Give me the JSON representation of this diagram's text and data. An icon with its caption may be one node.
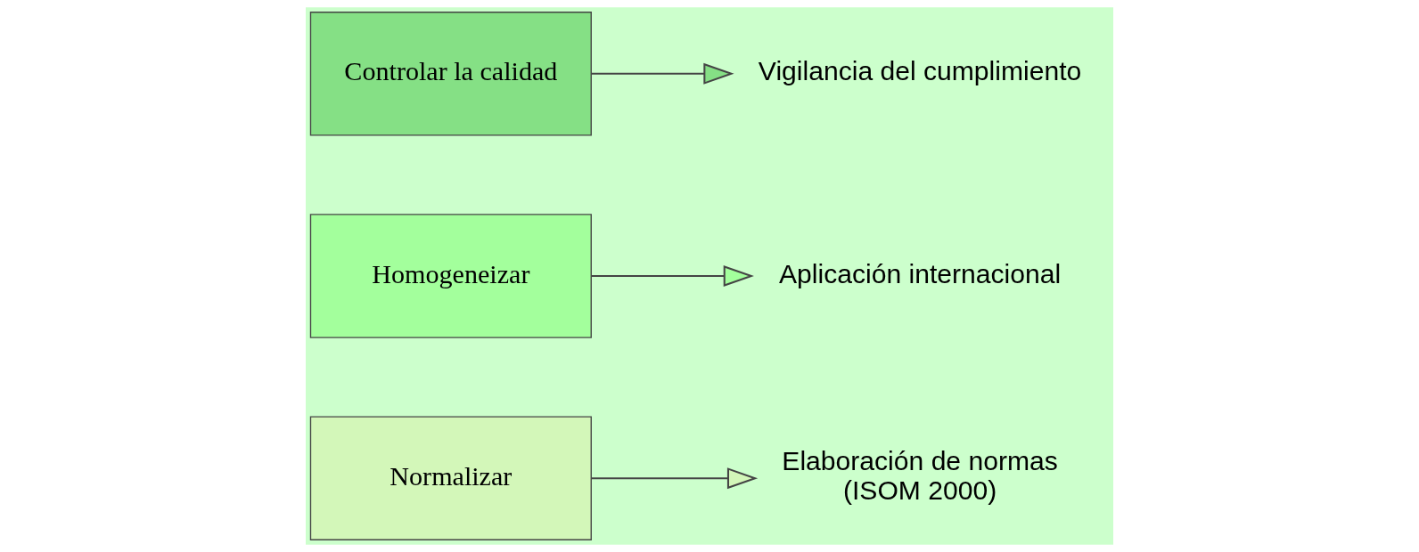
{
  "diagram": {
    "nodes": [
      {
        "text": [
          "Normalizar"
        ]
      },
      {
        "text": [
          "Elaboración de normas",
          "(ISOM 2000)"
        ]
      },
      {
        "text": [
          "Homogeneizar"
        ]
      },
      {
        "text": [
          "Aplicación internacional"
        ]
      },
      {
        "text": [
          "Controlar la calidad"
        ]
      },
      {
        "text": [
          "Vigilancia del cumplimiento"
        ]
      }
    ],
    "edges": [
      {
        "from": 0,
        "to": 1,
        "arrow": "to"
      },
      {
        "from": 2,
        "to": 3,
        "arrow": "to"
      },
      {
        "from": 4,
        "to": 5,
        "arrow": "to"
      }
    ]
  }
}
